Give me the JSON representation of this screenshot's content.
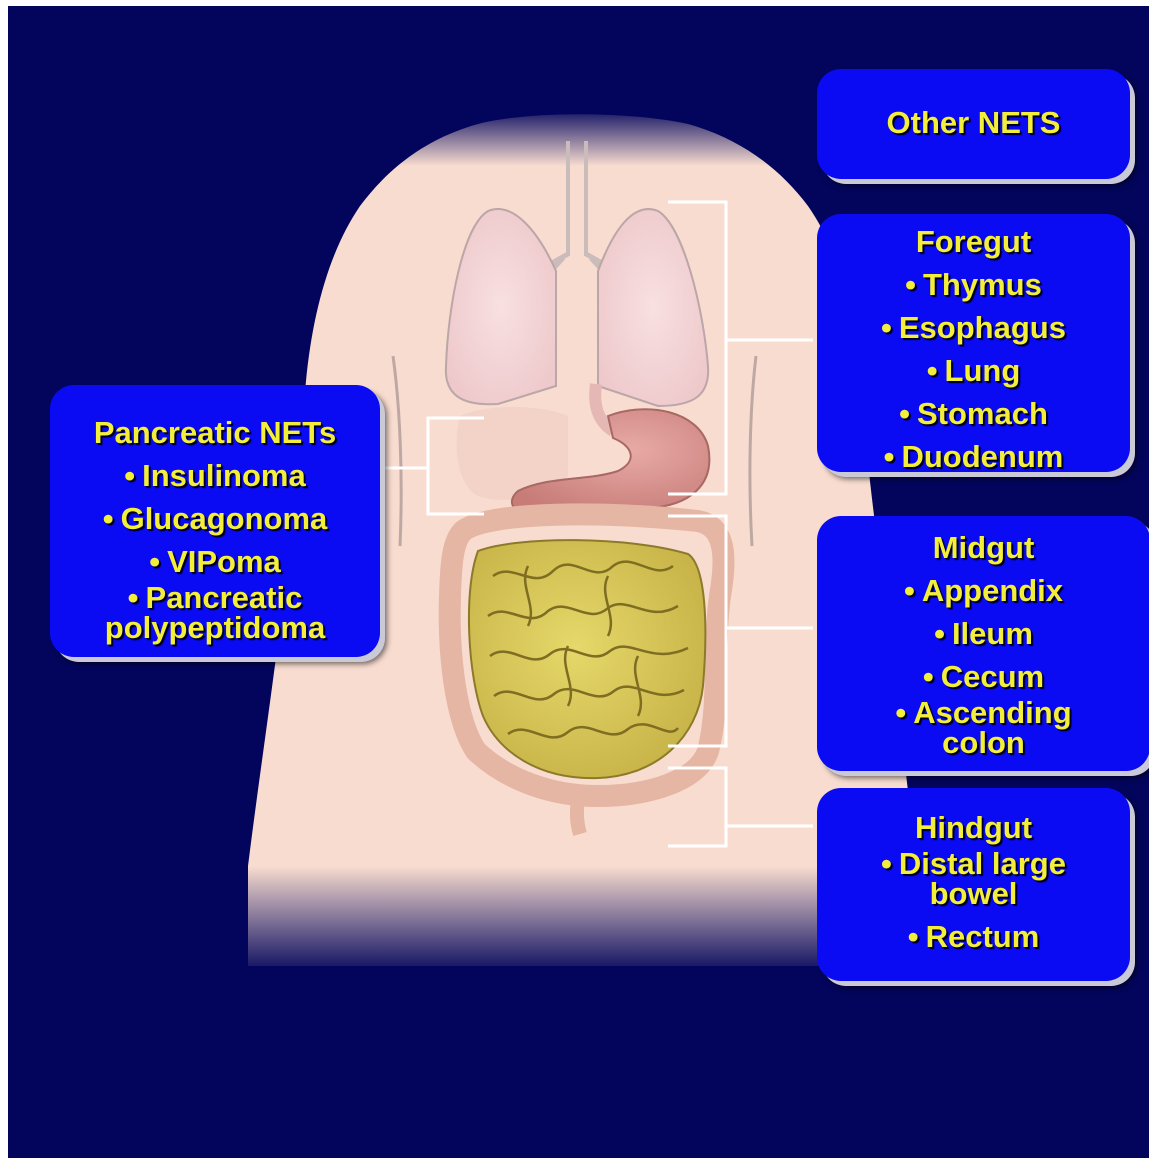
{
  "colors": {
    "background": "#03055c",
    "box_fill": "#0a0bf2",
    "label_text": "#f3ee3a",
    "body_skin": "#f8dcd0",
    "small_intestine": "#d9c95a",
    "large_intestine": "#e8b9a8",
    "stomach": "#d99590",
    "lungs": "#f4d2d4",
    "connector": "#ffffff"
  },
  "other_nets": {
    "title": "Other NETS"
  },
  "foregut": {
    "title": "Foregut",
    "items": [
      "Thymus",
      "Esophagus",
      "Lung",
      "Stomach",
      "Duodenum"
    ]
  },
  "midgut": {
    "title": "Midgut",
    "items": [
      "Appendix",
      "Ileum",
      "Cecum",
      "Ascending colon"
    ]
  },
  "hindgut": {
    "title": "Hindgut",
    "items": [
      "Distal large bowel",
      "Rectum"
    ]
  },
  "pancreatic": {
    "title": "Pancreatic NETs",
    "items": [
      "Insulinoma",
      "Glucagonoma",
      "VIPoma",
      "Pancreatic polypeptidoma"
    ]
  },
  "bullet": "•"
}
